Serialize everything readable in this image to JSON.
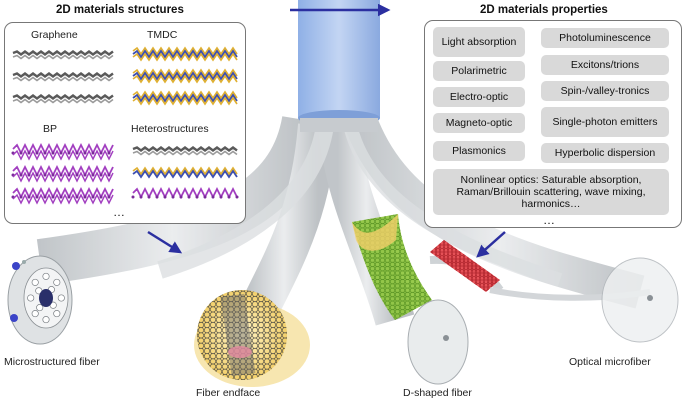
{
  "titles": {
    "structures": "2D materials structures",
    "properties": "2D materials properties"
  },
  "structures": {
    "graphene": "Graphene",
    "tmdc": "TMDC",
    "bp": "BP",
    "hetero": "Heterostructures",
    "more": "…"
  },
  "properties": {
    "light_absorption": "Light absorption",
    "photoluminescence": "Photoluminescence",
    "polarimetric": "Polarimetric",
    "excitons": "Excitons/trions",
    "electro_optic": "Electro-optic",
    "spin_valley": "Spin-/valley-tronics",
    "magneto_optic": "Magneto-optic",
    "single_photon": "Single-photon emitters",
    "plasmonics": "Plasmonics",
    "hyperbolic": "Hyperbolic dispersion",
    "nonlinear": "Nonlinear optics: Saturable absorption, Raman/Brillouin scattering, wave mixing, harmonics…",
    "more": "…"
  },
  "fibers": {
    "microstructured": "Microstructured fiber",
    "endface": "Fiber endface",
    "dshaped": "D-shaped fiber",
    "microfiber": "Optical microfiber"
  },
  "colors": {
    "arrow": "#2b2fa0",
    "fiber": "#c9cdd0",
    "fiber_top": "#a9c2ea",
    "graphene": "#5a5a5a",
    "tmdc_metal": "#3c4fb0",
    "tmdc_chalcogen": "#e0b030",
    "bp": "#a23fc0",
    "green_layer": "#8cc43a",
    "red_tube": "#e0323a",
    "gold_cap": "#f2cf6a"
  }
}
